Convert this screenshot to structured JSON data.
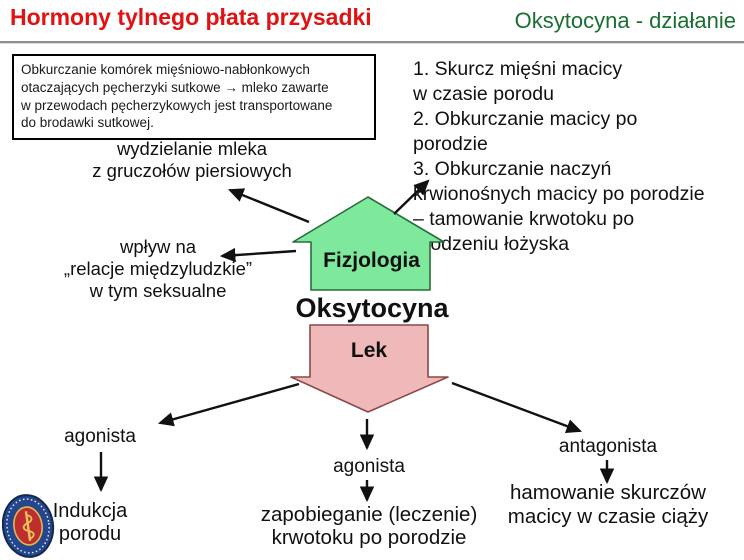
{
  "header": {
    "title_left": "Hormony tylnego płata przysadki",
    "title_right": "Oksytocyna - działanie",
    "title_left_color": "#e01212",
    "title_right_color": "#1b6e33"
  },
  "info_box": {
    "text": "Obkurczanie komórek mięśniowo-nabłonkowych\notaczających pęcherzyki sutkowe → mleko zawarte\nw przewodach pęcherzykowych jest transportowane\ndo brodawki sutkowej."
  },
  "effects_list": {
    "text": "1. Skurcz mięśni macicy\nw czasie porodu\n2. Obkurczanie macicy po\nporodzie\n3. Obkurczanie naczyń\nkrwionośnych macicy po porodzie\n– tamowanie krwotoku po\nurodzeniu łożyska"
  },
  "physiology": {
    "arrow_label": "Fizjologia",
    "arrow_color": "#7ee89d",
    "arrow_outline": "#2a6b3a",
    "milk_label": "wydzielanie mleka\nz gruczołów piersiowych",
    "social_label": "wpływ na\n„relacje międzyludzkie”\nw tym seksualne"
  },
  "center": {
    "hormone": "Oksytocyna"
  },
  "drug": {
    "arrow_label": "Lek",
    "arrow_color": "#efb9b9",
    "arrow_outline": "#8a4848",
    "left": {
      "role": "agonista",
      "effect": "Indukcja\nporodu"
    },
    "middle": {
      "role": "agonista",
      "effect": "zapobieganie (leczenie)\nkrwotoku po porodzie"
    },
    "right": {
      "role": "antagonista",
      "effect": "hamowanie skurczów\nmacicy w czasie ciąży"
    }
  },
  "logo": {
    "name": "medical-university-seal"
  }
}
